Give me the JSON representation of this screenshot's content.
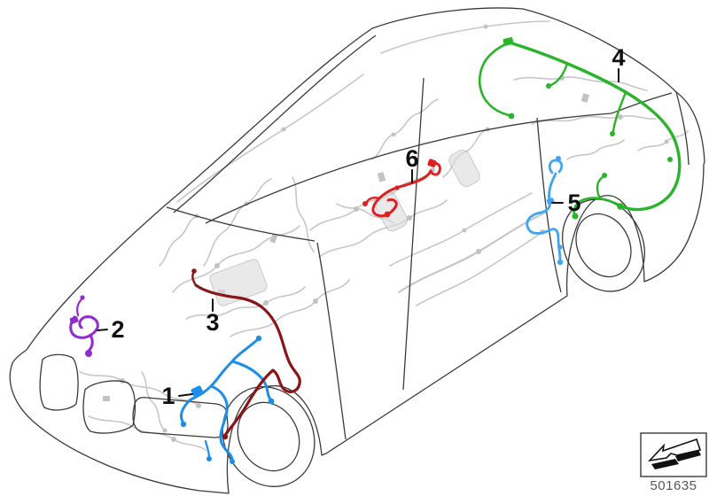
{
  "figure": {
    "kind": "vehicle-wiring-harness-parts-diagram",
    "document_number": "501635"
  },
  "callouts": [
    {
      "label": "1",
      "color": "#1d8ee8"
    },
    {
      "label": "2",
      "color": "#8f2bd1"
    },
    {
      "label": "3",
      "color": "#8a1518"
    },
    {
      "label": "4",
      "color": "#2ab42a"
    },
    {
      "label": "5",
      "color": "#3fa4f2"
    },
    {
      "label": "6",
      "color": "#dd2020"
    }
  ],
  "colors": {
    "body_outline": "#3a3a3a",
    "panel_line": "#6f6f6f",
    "background_wiring": "#c7c7c7",
    "background_blob": "#c2c2c2",
    "leader": "#111111",
    "icon_ink": "#111111"
  },
  "legend": {
    "icon": "direction-arrow-icon"
  }
}
